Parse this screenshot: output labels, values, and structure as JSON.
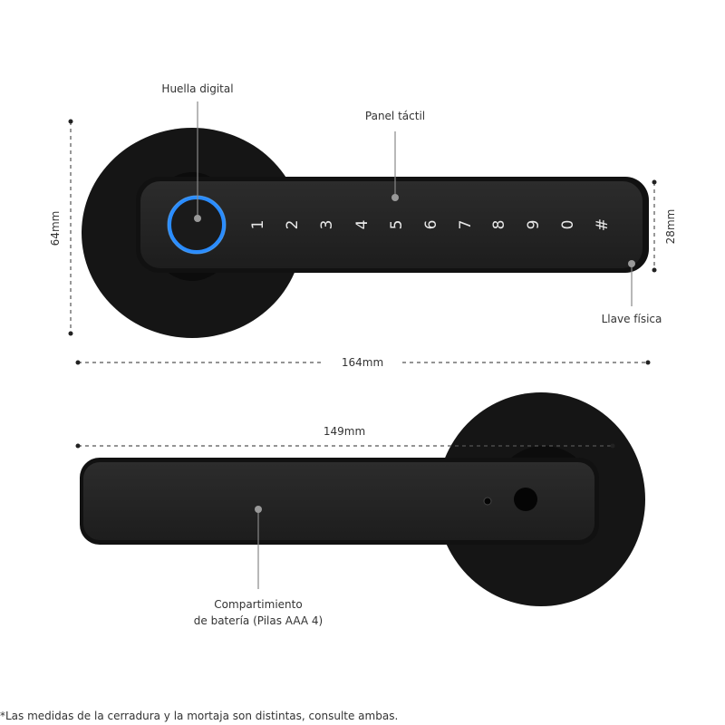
{
  "labels": {
    "fingerprint": "Huella digital",
    "touch_panel": "Panel táctil",
    "physical_key": "Llave física",
    "battery_line1": "Compartimiento",
    "battery_line2": "de batería (Pilas AAA 4)"
  },
  "dimensions": {
    "height": "64mm",
    "handle_height": "28mm",
    "total_length": "164mm",
    "handle_length": "149mm"
  },
  "keypad": [
    "1",
    "2",
    "3",
    "4",
    "5",
    "6",
    "7",
    "8",
    "9",
    "0",
    "#"
  ],
  "footnote": "*Las medidas de la cerradura y la mortaja son distintas, consulte ambas.",
  "colors": {
    "body": "#1c1c1c",
    "ring": "#2a8cff",
    "line": "#888888"
  }
}
